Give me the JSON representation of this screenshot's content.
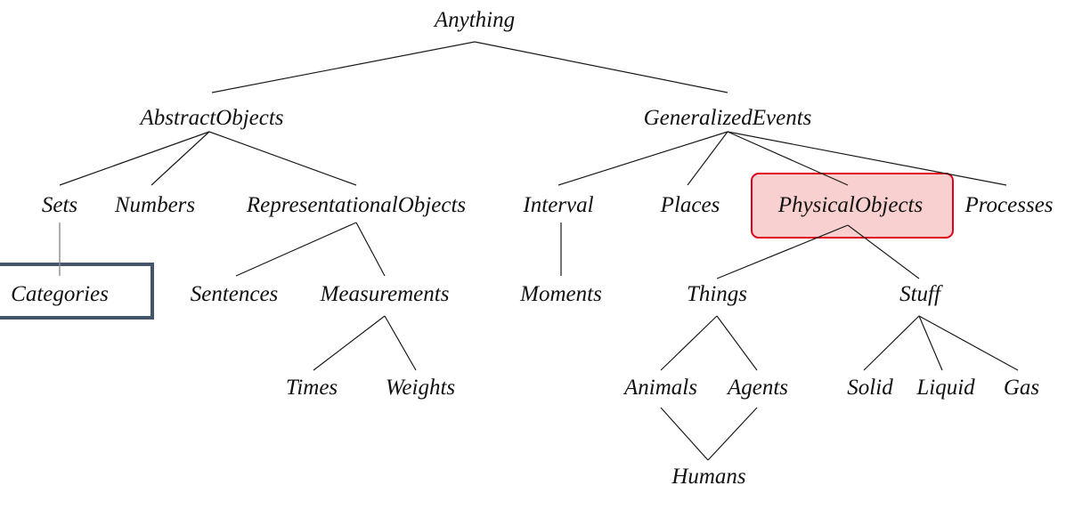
{
  "nodes": {
    "anything": "Anything",
    "abstract_objects": "AbstractObjects",
    "generalized_events": "GeneralizedEvents",
    "sets": "Sets",
    "numbers": "Numbers",
    "representational_objects": "RepresentationalObjects",
    "interval": "Interval",
    "places": "Places",
    "physical_objects": "PhysicalObjects",
    "processes": "Processes",
    "categories": "Categories",
    "sentences": "Sentences",
    "measurements": "Measurements",
    "moments": "Moments",
    "things": "Things",
    "stuff": "Stuff",
    "times": "Times",
    "weights": "Weights",
    "animals": "Animals",
    "agents": "Agents",
    "solid": "Solid",
    "liquid": "Liquid",
    "gas": "Gas",
    "humans": "Humans"
  },
  "highlights": {
    "physical_objects_color": "#e0001b",
    "physical_objects_fill": "#f9d0d0",
    "categories_color": "#44546a"
  }
}
